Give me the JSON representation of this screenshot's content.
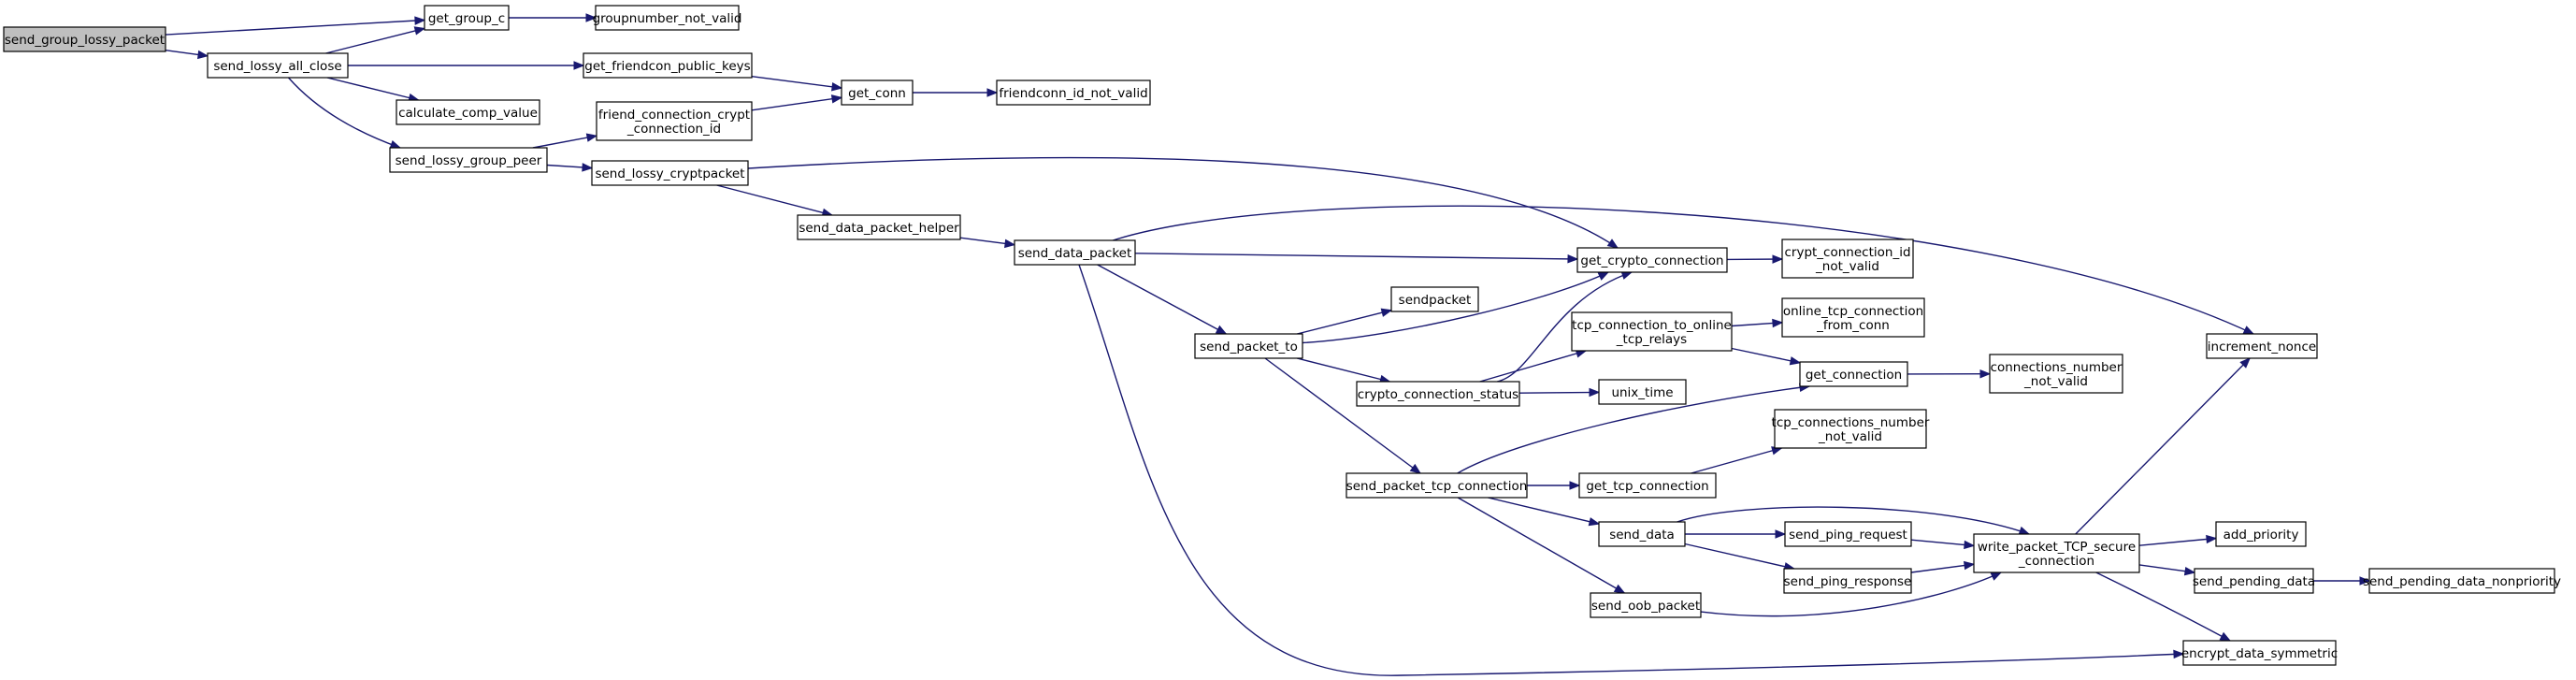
{
  "colors": {
    "edge": "#191970",
    "root_fill": "#bfbfbf",
    "node_fill": "#ffffff",
    "node_border": "#000000"
  },
  "nodes": [
    {
      "id": "send_group_lossy_packet",
      "lines": [
        "send_group_lossy_packet"
      ],
      "root": true
    },
    {
      "id": "get_group_c",
      "lines": [
        "get_group_c"
      ]
    },
    {
      "id": "groupnumber_not_valid",
      "lines": [
        "groupnumber_not_valid"
      ]
    },
    {
      "id": "send_lossy_all_close",
      "lines": [
        "send_lossy_all_close"
      ]
    },
    {
      "id": "get_friendcon_public_keys",
      "lines": [
        "get_friendcon_public_keys"
      ]
    },
    {
      "id": "get_conn",
      "lines": [
        "get_conn"
      ]
    },
    {
      "id": "friendconn_id_not_valid",
      "lines": [
        "friendconn_id_not_valid"
      ]
    },
    {
      "id": "calculate_comp_value",
      "lines": [
        "calculate_comp_value"
      ]
    },
    {
      "id": "friend_connection_crypt_connection_id",
      "lines": [
        "friend_connection_crypt",
        "_connection_id"
      ]
    },
    {
      "id": "send_lossy_group_peer",
      "lines": [
        "send_lossy_group_peer"
      ]
    },
    {
      "id": "send_lossy_cryptpacket",
      "lines": [
        "send_lossy_cryptpacket"
      ]
    },
    {
      "id": "send_data_packet_helper",
      "lines": [
        "send_data_packet_helper"
      ]
    },
    {
      "id": "send_data_packet",
      "lines": [
        "send_data_packet"
      ]
    },
    {
      "id": "get_crypto_connection",
      "lines": [
        "get_crypto_connection"
      ]
    },
    {
      "id": "crypt_connection_id_not_valid",
      "lines": [
        "crypt_connection_id",
        "_not_valid"
      ]
    },
    {
      "id": "sendpacket",
      "lines": [
        "sendpacket"
      ]
    },
    {
      "id": "send_packet_to",
      "lines": [
        "send_packet_to"
      ]
    },
    {
      "id": "tcp_connection_to_online_tcp_relays",
      "lines": [
        "tcp_connection_to_online",
        "_tcp_relays"
      ]
    },
    {
      "id": "online_tcp_connection_from_conn",
      "lines": [
        "online_tcp_connection",
        "_from_conn"
      ]
    },
    {
      "id": "increment_nonce",
      "lines": [
        "increment_nonce"
      ]
    },
    {
      "id": "crypto_connection_status",
      "lines": [
        "crypto_connection_status"
      ]
    },
    {
      "id": "unix_time",
      "lines": [
        "unix_time"
      ]
    },
    {
      "id": "get_connection",
      "lines": [
        "get_connection"
      ]
    },
    {
      "id": "connections_number_not_valid",
      "lines": [
        "connections_number",
        "_not_valid"
      ]
    },
    {
      "id": "tcp_connections_number_not_valid",
      "lines": [
        "tcp_connections_number",
        "_not_valid"
      ]
    },
    {
      "id": "send_packet_tcp_connection",
      "lines": [
        "send_packet_tcp_connection"
      ]
    },
    {
      "id": "get_tcp_connection",
      "lines": [
        "get_tcp_connection"
      ]
    },
    {
      "id": "send_data",
      "lines": [
        "send_data"
      ]
    },
    {
      "id": "send_ping_request",
      "lines": [
        "send_ping_request"
      ]
    },
    {
      "id": "write_packet_TCP_secure_connection",
      "lines": [
        "write_packet_TCP_secure",
        "_connection"
      ]
    },
    {
      "id": "add_priority",
      "lines": [
        "add_priority"
      ]
    },
    {
      "id": "send_ping_response",
      "lines": [
        "send_ping_response"
      ]
    },
    {
      "id": "send_pending_data",
      "lines": [
        "send_pending_data"
      ]
    },
    {
      "id": "send_pending_data_nonpriority",
      "lines": [
        "send_pending_data_nonpriority"
      ]
    },
    {
      "id": "send_oob_packet",
      "lines": [
        "send_oob_packet"
      ]
    },
    {
      "id": "encrypt_data_symmetric",
      "lines": [
        "encrypt_data_symmetric"
      ]
    }
  ],
  "edges": [
    {
      "from": "send_group_lossy_packet",
      "to": "get_group_c"
    },
    {
      "from": "send_group_lossy_packet",
      "to": "send_lossy_all_close"
    },
    {
      "from": "get_group_c",
      "to": "groupnumber_not_valid"
    },
    {
      "from": "send_lossy_all_close",
      "to": "get_group_c"
    },
    {
      "from": "send_lossy_all_close",
      "to": "get_friendcon_public_keys"
    },
    {
      "from": "send_lossy_all_close",
      "to": "calculate_comp_value"
    },
    {
      "from": "send_lossy_all_close",
      "to": "send_lossy_group_peer"
    },
    {
      "from": "get_friendcon_public_keys",
      "to": "get_conn"
    },
    {
      "from": "get_conn",
      "to": "friendconn_id_not_valid"
    },
    {
      "from": "friend_connection_crypt_connection_id",
      "to": "get_conn"
    },
    {
      "from": "send_lossy_group_peer",
      "to": "friend_connection_crypt_connection_id"
    },
    {
      "from": "send_lossy_group_peer",
      "to": "send_lossy_cryptpacket"
    },
    {
      "from": "send_lossy_cryptpacket",
      "to": "get_crypto_connection"
    },
    {
      "from": "send_lossy_cryptpacket",
      "to": "send_data_packet_helper"
    },
    {
      "from": "send_data_packet_helper",
      "to": "send_data_packet"
    },
    {
      "from": "send_data_packet",
      "to": "get_crypto_connection"
    },
    {
      "from": "send_data_packet",
      "to": "increment_nonce"
    },
    {
      "from": "send_data_packet",
      "to": "send_packet_to"
    },
    {
      "from": "send_data_packet",
      "to": "encrypt_data_symmetric"
    },
    {
      "from": "get_crypto_connection",
      "to": "crypt_connection_id_not_valid"
    },
    {
      "from": "send_packet_to",
      "to": "sendpacket"
    },
    {
      "from": "send_packet_to",
      "to": "get_crypto_connection"
    },
    {
      "from": "send_packet_to",
      "to": "crypto_connection_status"
    },
    {
      "from": "send_packet_to",
      "to": "send_packet_tcp_connection"
    },
    {
      "from": "crypto_connection_status",
      "to": "get_crypto_connection"
    },
    {
      "from": "crypto_connection_status",
      "to": "tcp_connection_to_online_tcp_relays"
    },
    {
      "from": "crypto_connection_status",
      "to": "unix_time"
    },
    {
      "from": "tcp_connection_to_online_tcp_relays",
      "to": "online_tcp_connection_from_conn"
    },
    {
      "from": "tcp_connection_to_online_tcp_relays",
      "to": "get_connection"
    },
    {
      "from": "get_connection",
      "to": "connections_number_not_valid"
    },
    {
      "from": "send_packet_tcp_connection",
      "to": "get_connection"
    },
    {
      "from": "send_packet_tcp_connection",
      "to": "get_tcp_connection"
    },
    {
      "from": "send_packet_tcp_connection",
      "to": "send_data"
    },
    {
      "from": "send_packet_tcp_connection",
      "to": "send_oob_packet"
    },
    {
      "from": "get_tcp_connection",
      "to": "tcp_connections_number_not_valid"
    },
    {
      "from": "send_data",
      "to": "send_ping_request"
    },
    {
      "from": "send_data",
      "to": "send_ping_response"
    },
    {
      "from": "send_data",
      "to": "write_packet_TCP_secure_connection"
    },
    {
      "from": "send_ping_request",
      "to": "write_packet_TCP_secure_connection"
    },
    {
      "from": "send_ping_response",
      "to": "write_packet_TCP_secure_connection"
    },
    {
      "from": "send_oob_packet",
      "to": "write_packet_TCP_secure_connection"
    },
    {
      "from": "write_packet_TCP_secure_connection",
      "to": "increment_nonce"
    },
    {
      "from": "write_packet_TCP_secure_connection",
      "to": "add_priority"
    },
    {
      "from": "write_packet_TCP_secure_connection",
      "to": "send_pending_data"
    },
    {
      "from": "write_packet_TCP_secure_connection",
      "to": "encrypt_data_symmetric"
    },
    {
      "from": "send_pending_data",
      "to": "send_pending_data_nonpriority"
    }
  ]
}
